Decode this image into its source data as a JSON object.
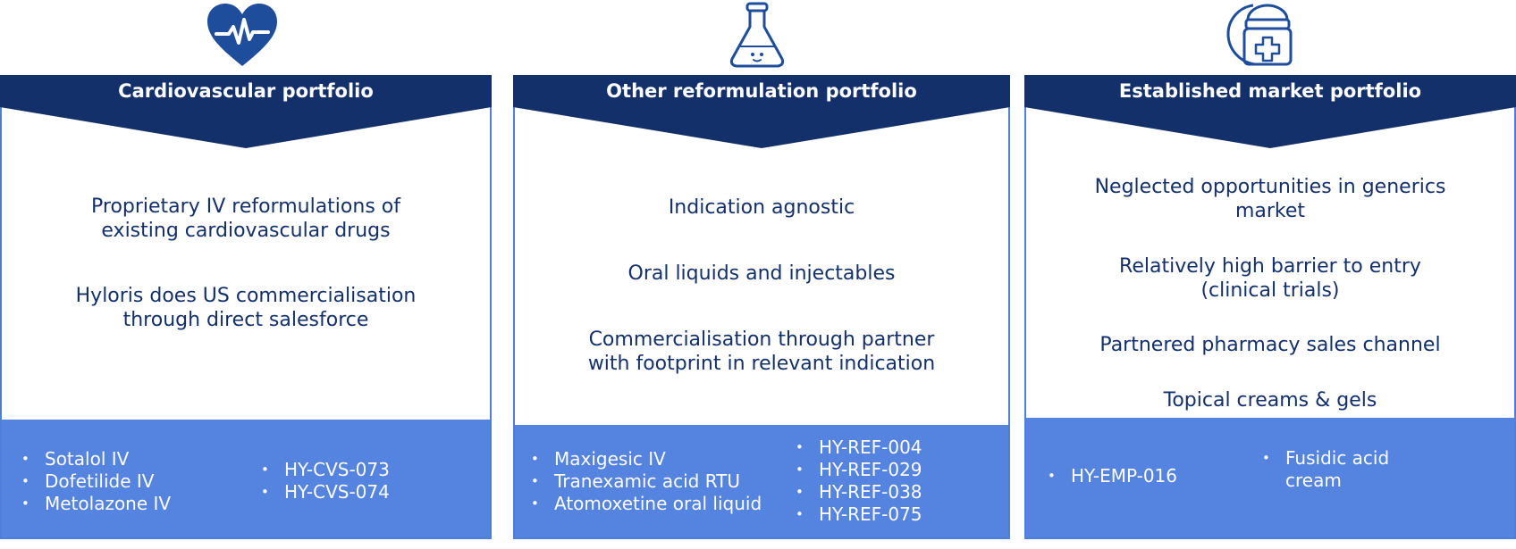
{
  "colors": {
    "navy": "#14306b",
    "accent": "#5583e0",
    "border": "#4f7fd9",
    "icon": "#1e4d9c"
  },
  "cards": [
    {
      "icon": "heart-pulse-icon",
      "title": "Cardiovascular portfolio",
      "points": [
        "Proprietary IV reformulations of existing cardiovascular drugs",
        "Hyloris does US commercialisation through direct salesforce"
      ],
      "products_left": [
        "Sotalol IV",
        "Dofetilide IV",
        "Metolazone IV"
      ],
      "products_right": [
        "HY-CVS-073",
        "HY-CVS-074"
      ]
    },
    {
      "icon": "flask-icon",
      "title": "Other reformulation portfolio",
      "points": [
        "Indication agnostic",
        "Oral liquids and injectables",
        "Commercialisation through partner with footprint in relevant indication"
      ],
      "products_left": [
        "Maxigesic IV",
        "Tranexamic acid RTU",
        "Atomoxetine oral liquid"
      ],
      "products_right": [
        "HY-REF-004",
        "HY-REF-029",
        "HY-REF-038",
        "HY-REF-075"
      ]
    },
    {
      "icon": "cream-jar-icon",
      "title": "Established market portfolio",
      "points": [
        "Neglected opportunities in generics market",
        "Relatively high barrier to entry (clinical trials)",
        "Partnered pharmacy sales channel",
        "Topical creams & gels"
      ],
      "products_left": [
        "HY-EMP-016"
      ],
      "products_right": [
        "Fusidic acid cream"
      ]
    }
  ]
}
